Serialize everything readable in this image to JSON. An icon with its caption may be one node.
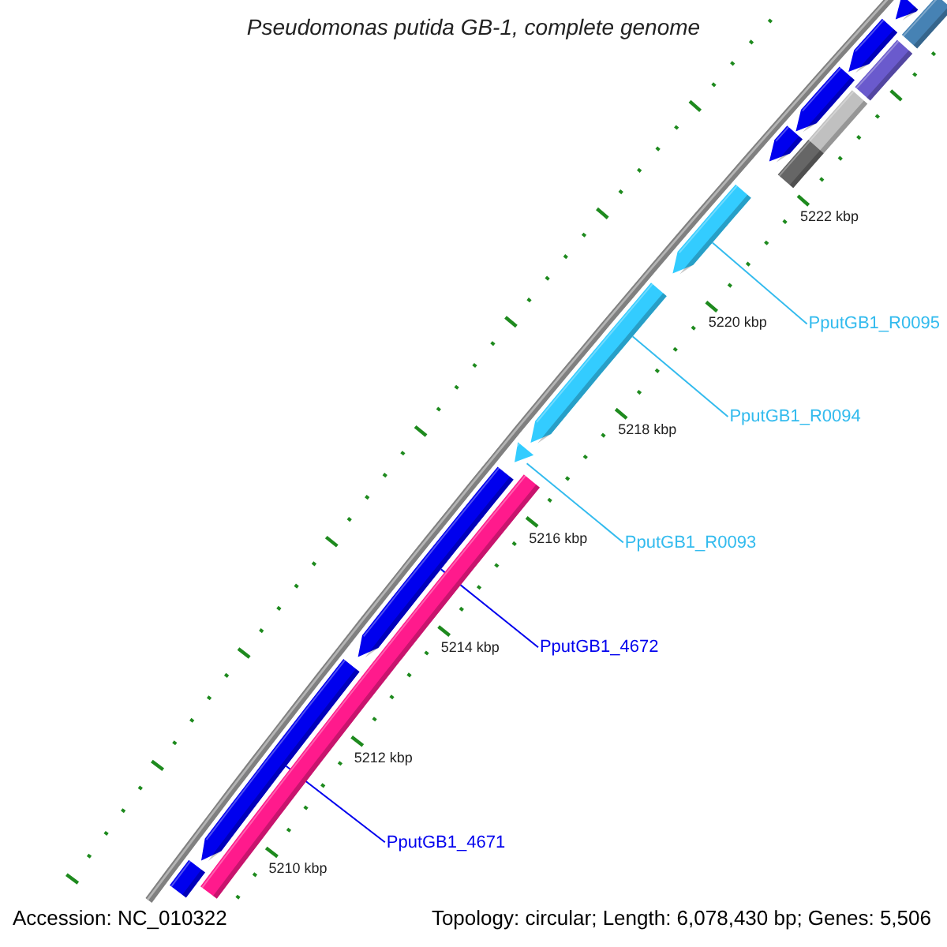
{
  "diagram": {
    "title": "Pseudomonas putida GB-1, complete genome",
    "nodes": [
      {
        "text": [
          "PputGB1_R0095"
        ]
      },
      {
        "text": [
          "PputGB1_R0094"
        ]
      },
      {
        "text": [
          "PputGB1_R0093"
        ]
      },
      {
        "text": [
          "PputGB1_4672"
        ]
      },
      {
        "text": [
          "PputGB1_4671"
        ]
      },
      {
        "text": [],
        "shape": "pentagon"
      },
      {
        "text": [],
        "shape": "bar"
      },
      {
        "text": [],
        "shape": "pentagon"
      },
      {
        "text": [],
        "shape": "bar"
      },
      {
        "text": [],
        "shape": "pentagon"
      },
      {
        "text": [],
        "shape": "bar"
      },
      {
        "text": [],
        "shape": "pentagon"
      },
      {
        "text": [],
        "shape": "bar"
      },
      {
        "text": [],
        "shape": "pentagon"
      },
      {
        "text": [],
        "shape": "pentagon"
      },
      {
        "text": [],
        "shape": "triangle"
      },
      {
        "text": [],
        "shape": "pentagon"
      },
      {
        "text": [],
        "shape": "bar"
      },
      {
        "text": [],
        "shape": "pentagon"
      },
      {
        "text": [],
        "shape": "bar"
      }
    ],
    "edges": [
      {
        "from": 0,
        "to": 13,
        "arrow": "none"
      },
      {
        "from": 1,
        "to": 14,
        "arrow": "none"
      },
      {
        "from": 2,
        "to": 15,
        "arrow": "none"
      },
      {
        "from": 3,
        "to": 16,
        "arrow": "none",
        "color": "#0000ee"
      },
      {
        "from": 4,
        "to": 18,
        "arrow": "none",
        "color": "#0000ee"
      }
    ],
    "labels": [
      "5222 kbp",
      "5220 kbp",
      "5218 kbp",
      "5216 kbp",
      "5214 kbp",
      "5212 kbp",
      "5210 kbp",
      "Accession: NC_010322",
      "Topology: circular; Length: 6,078,430 bp; Genes: 5,506"
    ]
  }
}
